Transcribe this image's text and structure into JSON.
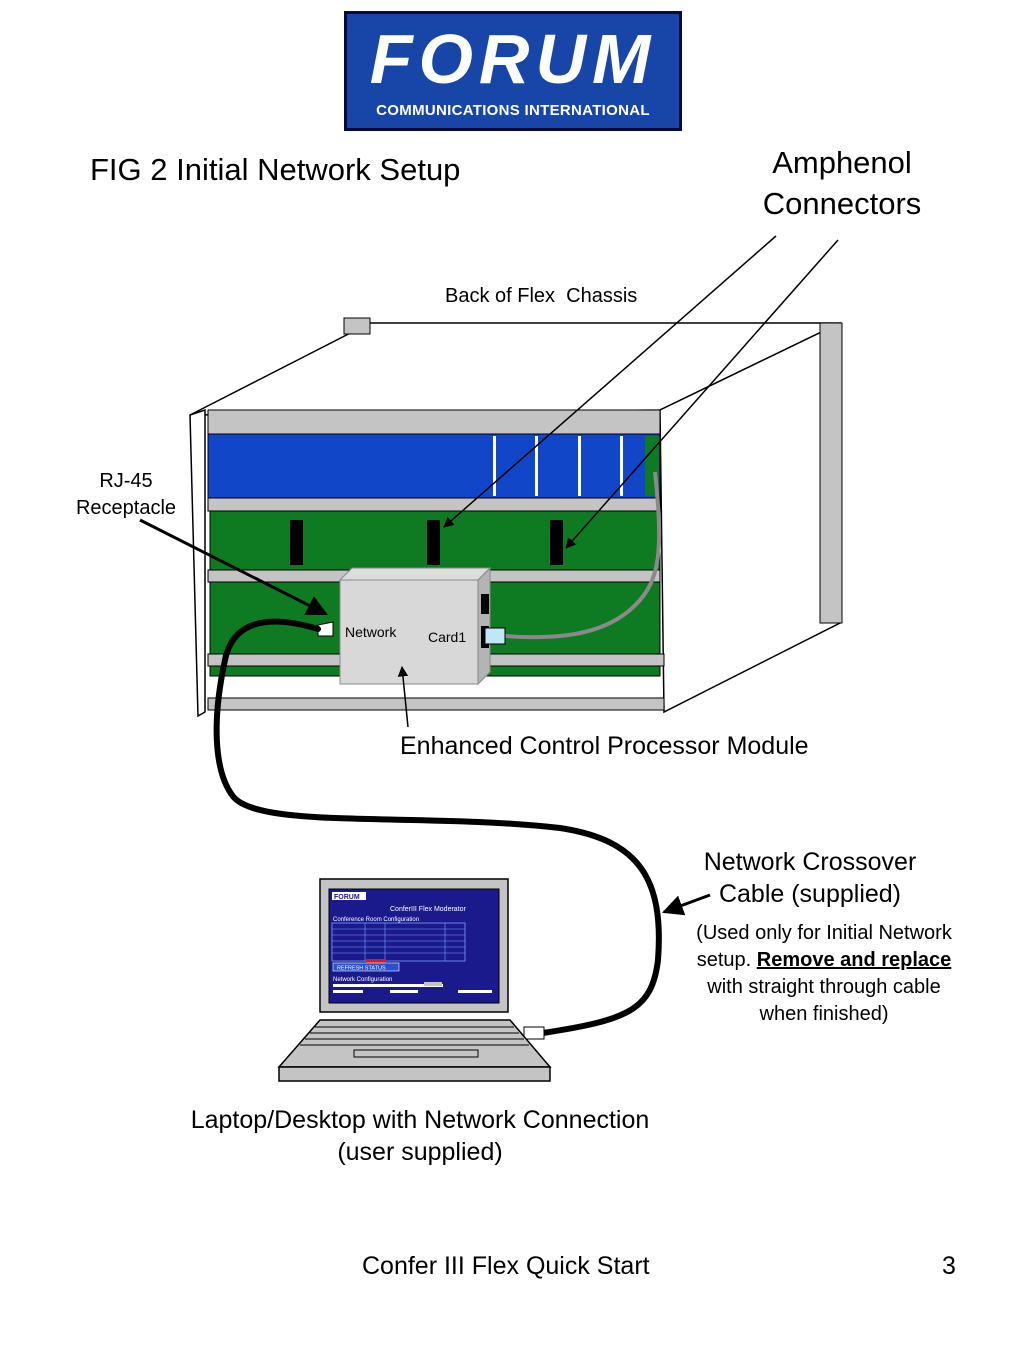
{
  "logo": {
    "word": "FORUM",
    "subtitle": "COMMUNICATIONS INTERNATIONAL"
  },
  "figure_title": "FIG 2 Initial Network Setup",
  "labels": {
    "amphenol_line1": "Amphenol",
    "amphenol_line2": "Connectors",
    "back_of_chassis": "Back of Flex  Chassis",
    "rj45_line1": "RJ-45",
    "rj45_line2": "Receptacle",
    "module_network": "Network",
    "module_card": "Card1",
    "ecpm": "Enhanced Control Processor Module",
    "crossover_line1": "Network Crossover",
    "crossover_line2": "Cable (supplied)",
    "note_part1": "(Used only for Initial Network setup. ",
    "note_emphasis": "Remove and replace",
    "note_part2": " with straight through cable when finished)",
    "laptop_line1": "Laptop/Desktop with Network Connection",
    "laptop_line2": "(user supplied)"
  },
  "screen": {
    "logo": "FORUM",
    "app_title": "ConferIII Flex Moderator",
    "section1": "Conference Room Configuration",
    "button": "REFRESH STATUS",
    "section2": "Network Configuration"
  },
  "footer": {
    "title": "Confer III Flex Quick Start",
    "page": "3"
  },
  "colors": {
    "logo_blue": "#1846a8",
    "board_green": "#0e7a22",
    "card_blue": "#1246c8",
    "rail_gray": "#c4c4c4",
    "screen_blue": "#1a1a8c"
  }
}
